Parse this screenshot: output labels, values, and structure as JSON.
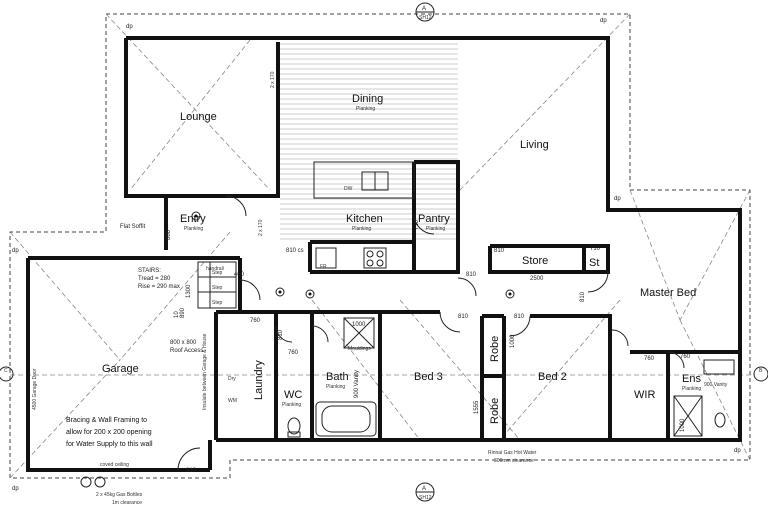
{
  "rooms": {
    "lounge": "Lounge",
    "dining": "Dining",
    "dining_floor": "Planking",
    "living": "Living",
    "kitchen": "Kitchen",
    "kitchen_floor": "Planking",
    "entry": "Entry",
    "entry_floor": "Planking",
    "pantry": "Pantry",
    "pantry_floor": "Planking",
    "store": "Store",
    "st": "St",
    "master_bed": "Master Bed",
    "garage": "Garage",
    "laundry": "Laundry",
    "laundry_floor": "Planking",
    "wc": "WC",
    "wc_floor": "Planking",
    "bath": "Bath",
    "bath_floor": "Planking",
    "bed3": "Bed 3",
    "bed2": "Bed 2",
    "robe_top": "Robe",
    "robe_bottom": "Robe",
    "wir": "WIR",
    "ens": "Ens",
    "ens_floor": "Planking"
  },
  "notes": {
    "flat_soffit": "Flat Soffit",
    "stairs_title": "STAIRS:",
    "stairs_tread": "Tread = 280",
    "stairs_rise": "Rise = 290 max",
    "roof_access": "800 x 800",
    "roof_access2": "Roof Access",
    "insulate": "Insulate between Garage & House",
    "garage_door": "4500 Garage Door",
    "bracing1": "Bracing & Wall Framing to",
    "bracing2": "allow for 200 x 200 opening",
    "bracing3": "for Water Supply to this wall",
    "coved_ceiling": "coved ceiling",
    "gas_bottles": "2 x 45kg Gas Bottles",
    "gas_clearance": "1m clearance",
    "hot_water": "Rinnai Gas Hot Water",
    "hot_water_clearance": "300mm clearance",
    "dw": "DW",
    "fr": "FR",
    "handrail": "handrail",
    "mouldings": "Mouldings",
    "vanity": "900 Vanity",
    "wm": "WM",
    "dry": "Dry",
    "beam": "2 x 170",
    "beam2": "2 x 170",
    "step1": "Step",
    "step2": "Step",
    "step3": "Step"
  },
  "dimensions": {
    "d400": "400",
    "d710": "710",
    "d810_pantry": "810",
    "d810_cs": "810 cs",
    "d810_store": "810",
    "d2500": "2500",
    "d810_master": "810",
    "d810_bed3": "810",
    "d810_bed2": "810",
    "d760_laundry": "760",
    "d760_wc": "760",
    "d760_wir": "760",
    "d760_ens": "760",
    "d810_garage": "810",
    "d1000_bath": "1000",
    "d1000_ens": "1000",
    "d1000_robe": "1000",
    "d1555": "1555",
    "d860": "860",
    "d890": "890",
    "d1300": "1300",
    "d10": "10",
    "d810_laundry": "810",
    "d900_bath": "900 Vanity"
  },
  "markers": {
    "dp": "dp",
    "section_a": "A",
    "section_ref": "SH12",
    "section_c": "C",
    "section_b": "B"
  }
}
